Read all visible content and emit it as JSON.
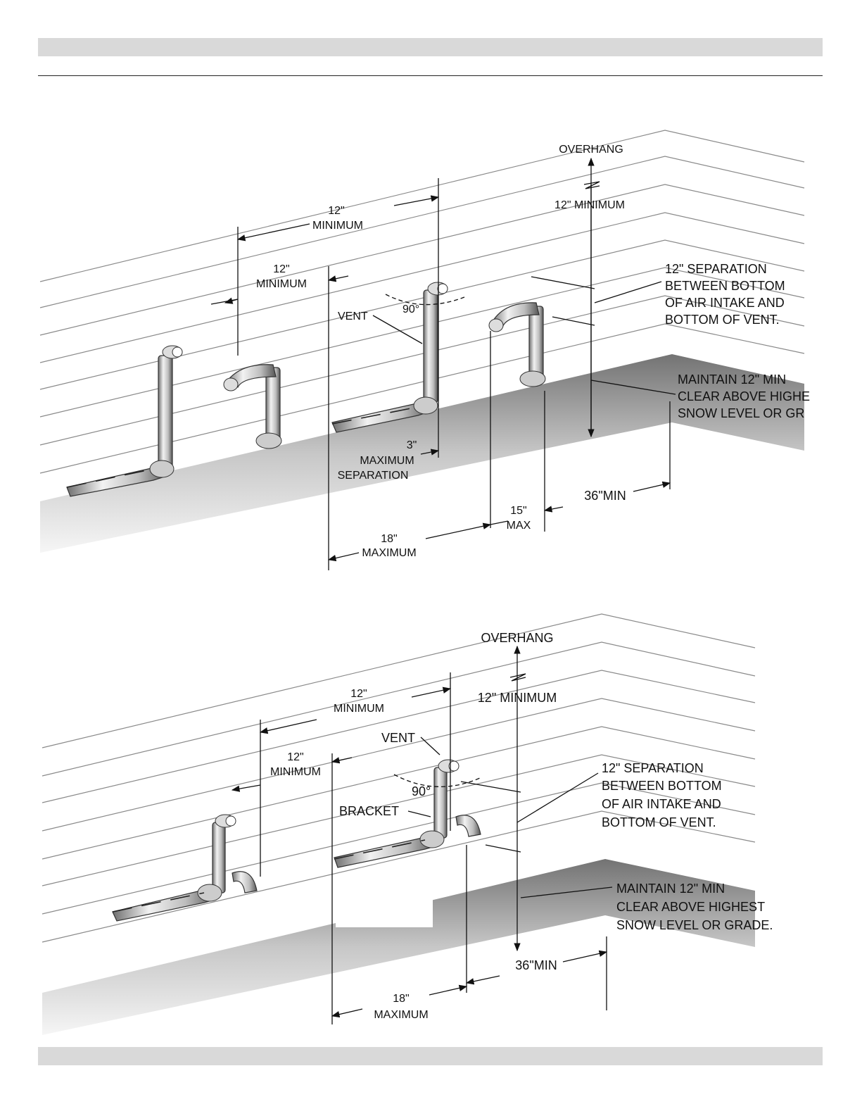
{
  "header": {},
  "diagram_top": {
    "overhang": "OVERHANG",
    "min_12_top_a": "12\"",
    "min_12_top_b": "MINIMUM",
    "min_12_left_a": "12\"",
    "min_12_left_b": "MINIMUM",
    "vertical_min": "12\" MINIMUM",
    "vent": "VENT",
    "angle": "90°",
    "separation_note": [
      "12\" SEPARATION",
      "BETWEEN BOTTOM",
      "OF AIR INTAKE AND",
      "BOTTOM OF VENT."
    ],
    "snow_note": [
      "MAINTAIN 12\" MIN",
      "CLEAR ABOVE HIGHE",
      "SNOW LEVEL OR GR"
    ],
    "max3": [
      "3\"",
      "MAXIMUM",
      "SEPARATION"
    ],
    "max15": [
      "15\"",
      "MAX"
    ],
    "min36": "36\"MIN",
    "max18": [
      "18\"",
      "MAXIMUM"
    ]
  },
  "diagram_bottom": {
    "overhang": "OVERHANG",
    "min_12_top_a": "12\"",
    "min_12_top_b": "MINIMUM",
    "min_12_left_a": "12\"",
    "min_12_left_b": "MINIMUM",
    "vertical_min": "12\" MINIMUM",
    "vent": "VENT",
    "angle": "90°",
    "bracket": "BRACKET",
    "separation_note": [
      "12\" SEPARATION",
      "BETWEEN BOTTOM",
      "OF AIR INTAKE AND",
      "BOTTOM OF VENT."
    ],
    "snow_note": [
      "MAINTAIN 12\" MIN",
      "CLEAR ABOVE HIGHEST",
      "SNOW LEVEL OR GRADE."
    ],
    "min36": "36\"MIN",
    "max18": [
      "18\"",
      "MAXIMUM"
    ]
  }
}
